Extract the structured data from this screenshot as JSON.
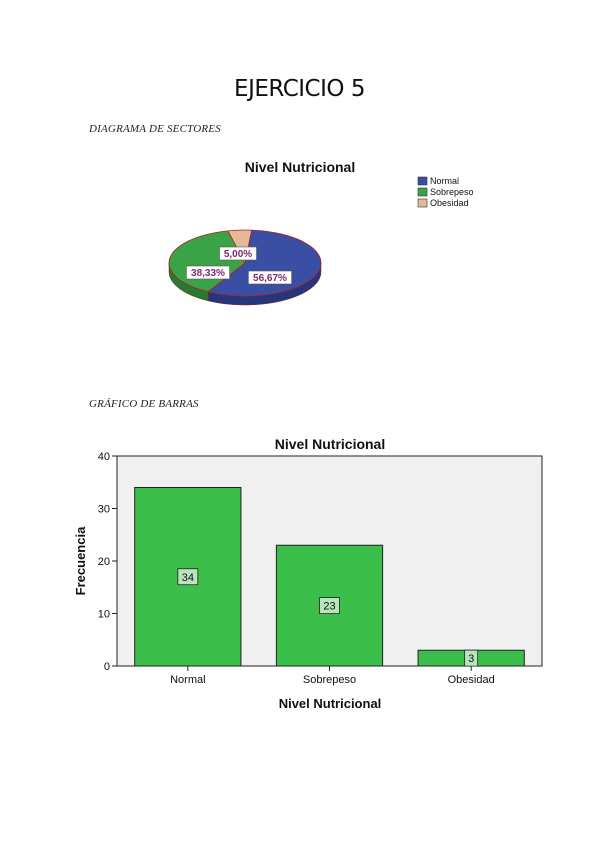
{
  "page": {
    "title": "EJERCICIO 5",
    "pie_section_label": "DIAGRAMA DE SECTORES",
    "bar_section_label": "GRÁFICO DE BARRAS"
  },
  "colors": {
    "normal": "#3a4ea3",
    "sobrepeso": "#3aa347",
    "obesidad": "#e6b89a",
    "bar_fill": "#3cbf4a",
    "plot_bg": "#f0f0f0",
    "pct_text": "#7a2a6e"
  },
  "chart_data": [
    {
      "type": "pie",
      "title": "Nivel Nutricional",
      "categories": [
        "Normal",
        "Sobrepeso",
        "Obesidad"
      ],
      "values": [
        56.67,
        38.33,
        5.0
      ],
      "labels": [
        "56,67%",
        "38,33%",
        "5,00%"
      ],
      "legend": [
        "Normal",
        "Sobrepeso",
        "Obesidad"
      ],
      "legend_position": "top-right"
    },
    {
      "type": "bar",
      "title": "Nivel Nutricional",
      "categories": [
        "Normal",
        "Sobrepeso",
        "Obesidad"
      ],
      "values": [
        34,
        23,
        3
      ],
      "data_labels": [
        "34",
        "23",
        "3"
      ],
      "xlabel": "Nivel Nutricional",
      "ylabel": "Frecuencia",
      "ylim": [
        0,
        40
      ],
      "yticks": [
        "0",
        "10",
        "20",
        "30",
        "40"
      ],
      "grid": false
    }
  ]
}
